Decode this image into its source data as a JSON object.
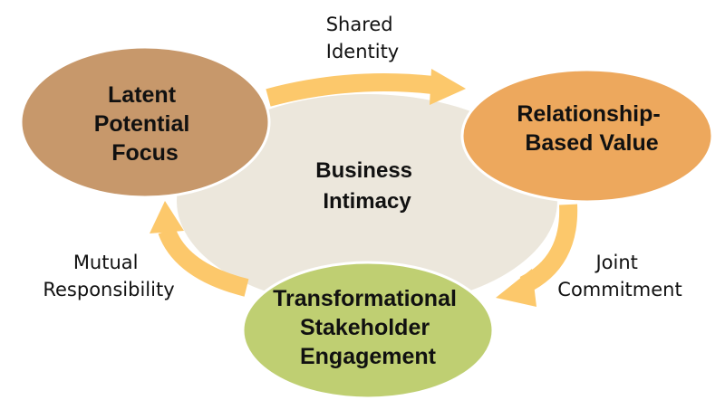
{
  "center": {
    "lines": [
      "Business",
      "Intimacy"
    ]
  },
  "nodes": {
    "latent": {
      "lines": [
        "Latent",
        "Potential",
        "Focus"
      ],
      "color": "#c7986b"
    },
    "relationship": {
      "lines": [
        "Relationship-",
        "Based Value"
      ],
      "color": "#eda85d"
    },
    "stakeholder": {
      "lines": [
        "Transformational",
        "Stakeholder",
        "Engagement"
      ],
      "color": "#bfcf72"
    }
  },
  "edges": {
    "shared_identity": {
      "lines": [
        "Shared",
        "Identity"
      ]
    },
    "joint_commitment": {
      "lines": [
        "Joint",
        "Commitment"
      ]
    },
    "mutual_responsibility": {
      "lines": [
        "Mutual",
        "Responsibility"
      ]
    }
  },
  "colors": {
    "arrow": "#fcc86b",
    "center_fill": "#ece7dc",
    "node_stroke": "#ffffff"
  }
}
